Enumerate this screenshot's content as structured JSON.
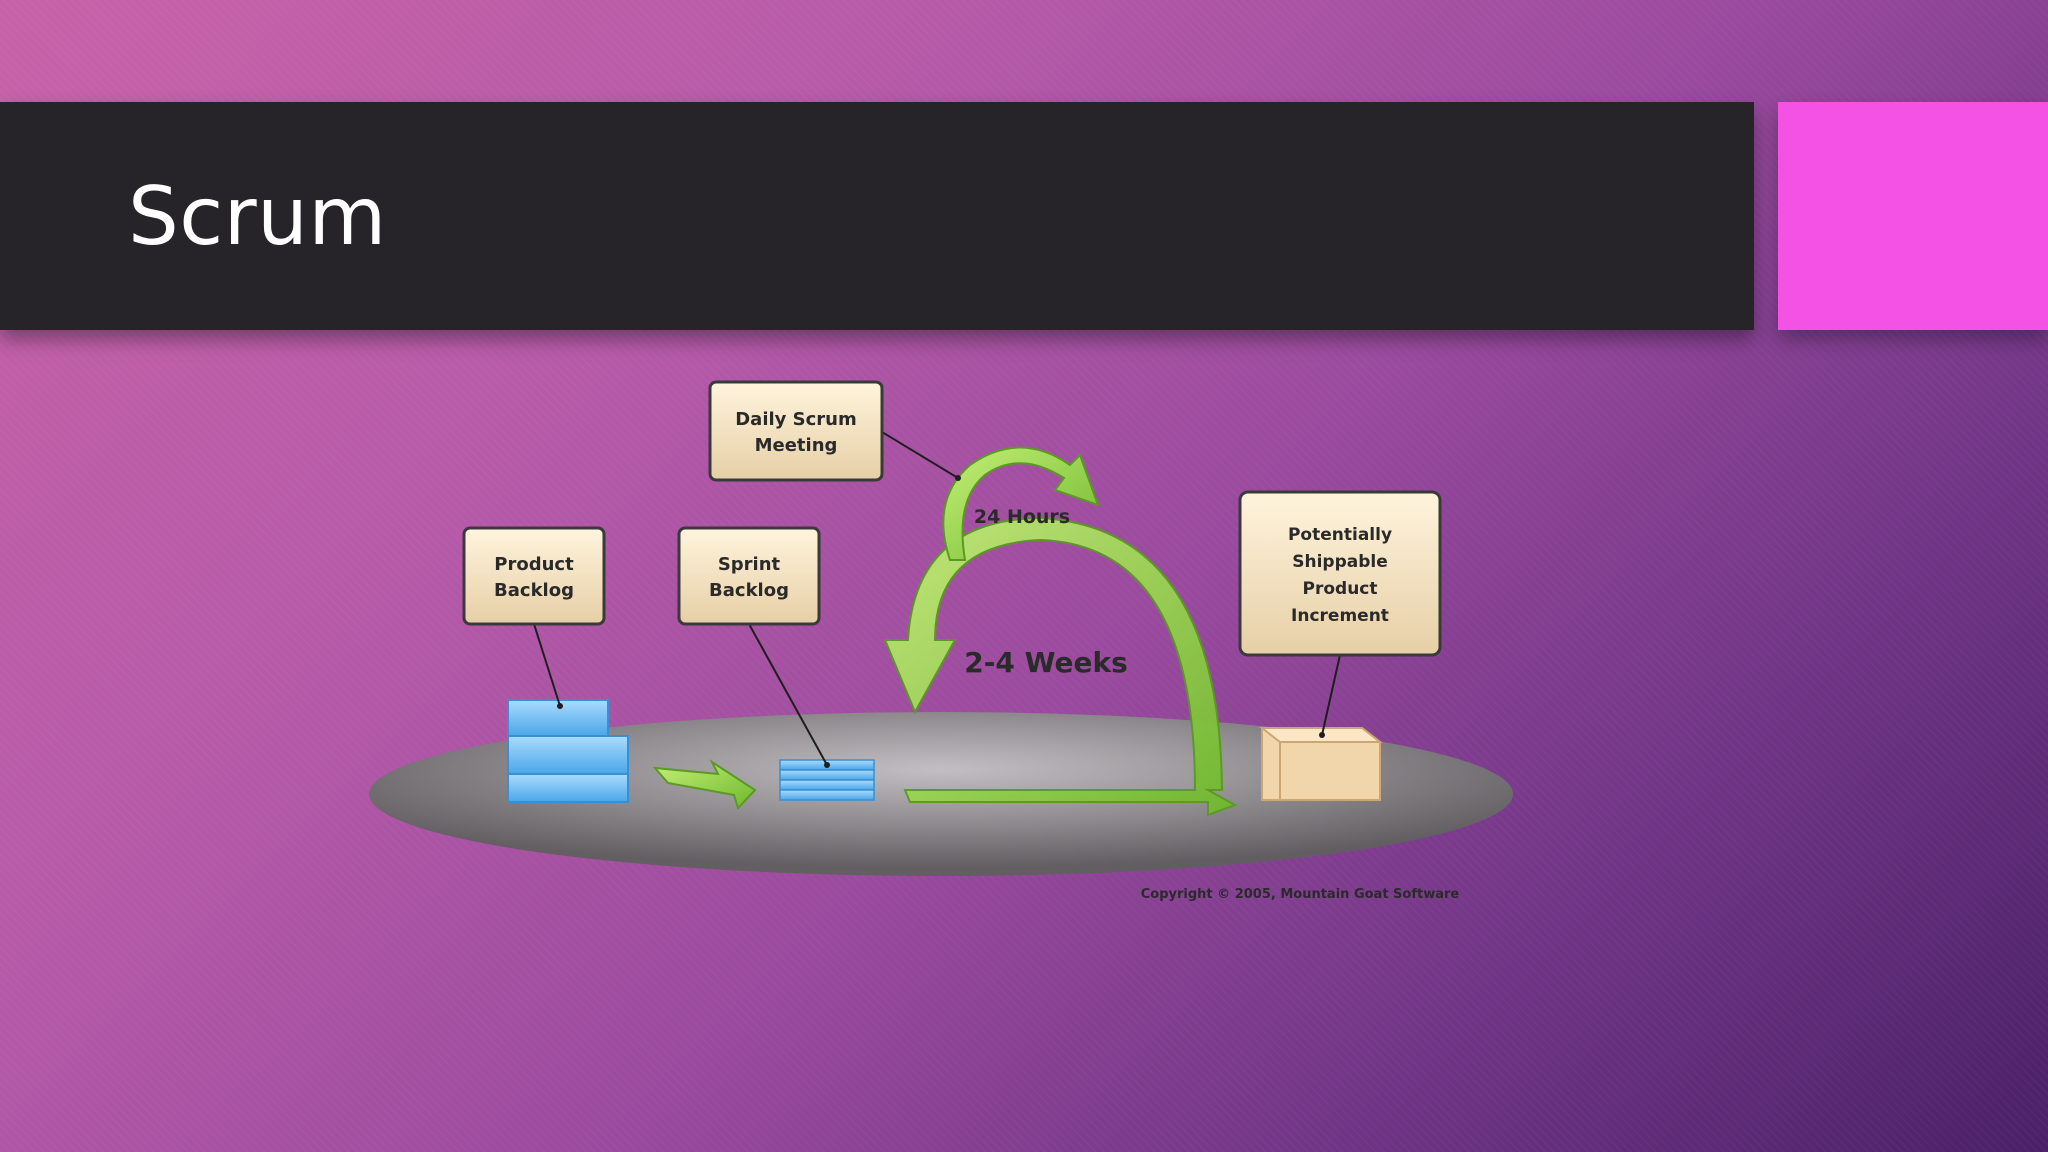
{
  "slide": {
    "title": "Scrum",
    "accent_color": "#f352e5",
    "title_bar_color": "#262428"
  },
  "diagram": {
    "daily_scrum": [
      "Daily Scrum",
      "Meeting"
    ],
    "product_backlog": [
      "Product",
      "Backlog"
    ],
    "sprint_backlog": [
      "Sprint",
      "Backlog"
    ],
    "increment": [
      "Potentially",
      "Shippable",
      "Product",
      "Increment"
    ],
    "hours_label": "24 Hours",
    "weeks_label": "2-4 Weeks",
    "copyright": "Copyright © 2005, Mountain Goat Software"
  }
}
